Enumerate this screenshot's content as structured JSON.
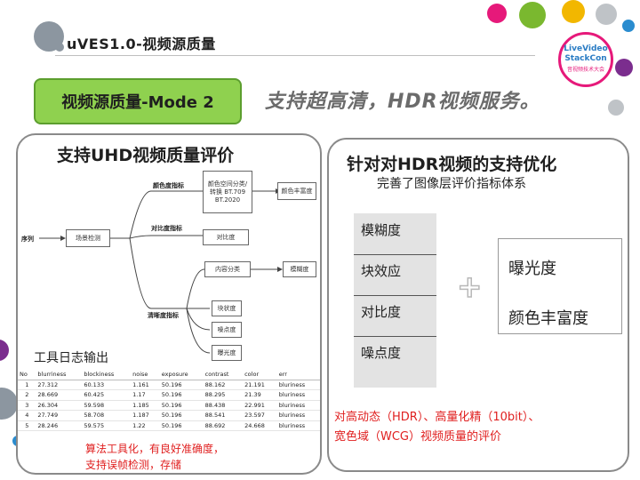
{
  "slide": {
    "title": "uVES1.0-视频源质量",
    "mode_label": "视频源质量-Mode 2",
    "tagline": "支持超高清，HDR视频服务。"
  },
  "logo": {
    "line1": "LiveVideo",
    "line2": "StackCon",
    "line3": "音视频技术大会"
  },
  "left_panel": {
    "title": "支持UHD视频质量评价",
    "diagram": {
      "root": "序列",
      "scene": "场景检测",
      "branch_color": "颜色度指标",
      "branch_contrast": "对比度指标",
      "branch_clarity": "清晰度指标",
      "color_space_box": "颜色空间分类/转换 BT.709 BT.2020",
      "color_richness": "颜色丰富度",
      "contrast_box": "对比度",
      "content_class": "内容分类",
      "blur_box": "模糊度",
      "blockiness_box": "块状度",
      "noise_box": "噪点度",
      "exposure_box": "曝光度"
    },
    "log_title": "工具日志输出",
    "table": {
      "headers": [
        "No",
        "blurriness",
        "blockiness",
        "noise",
        "exposure",
        "contrast",
        "color",
        "err"
      ],
      "rows": [
        [
          "1",
          "27.312",
          "60.133",
          "1.161",
          "50.196",
          "88.162",
          "21.191",
          "bluriness"
        ],
        [
          "2",
          "28.669",
          "60.425",
          "1.17",
          "50.196",
          "88.295",
          "21.39",
          "bluriness"
        ],
        [
          "3",
          "26.304",
          "59.598",
          "1.185",
          "50.196",
          "88.438",
          "22.991",
          "bluriness"
        ],
        [
          "4",
          "27.749",
          "58.708",
          "1.187",
          "50.196",
          "88.541",
          "23.597",
          "bluriness"
        ],
        [
          "5",
          "28.246",
          "59.575",
          "1.22",
          "50.196",
          "88.692",
          "24.668",
          "bluriness"
        ]
      ]
    },
    "note_line1": "算法工具化，有良好准确度，",
    "note_line2": "支持误帧检测，存储"
  },
  "right_panel": {
    "title": "针对对HDR视频的支持优化",
    "subtitle": "完善了图像层评价指标体系",
    "list": [
      "模糊度",
      "块效应",
      "对比度",
      "噪点度"
    ],
    "plus": "+",
    "extra": [
      "曝光度",
      "颜色丰富度"
    ],
    "note_line1": "对高动态（HDR）、高量化精（10bit）、",
    "note_line2": "宽色域（WCG）视频质量的评价"
  },
  "colors": {
    "mode_green": "#8fd14f",
    "note_red": "#e02020",
    "list_gray": "#e3e3e3"
  }
}
